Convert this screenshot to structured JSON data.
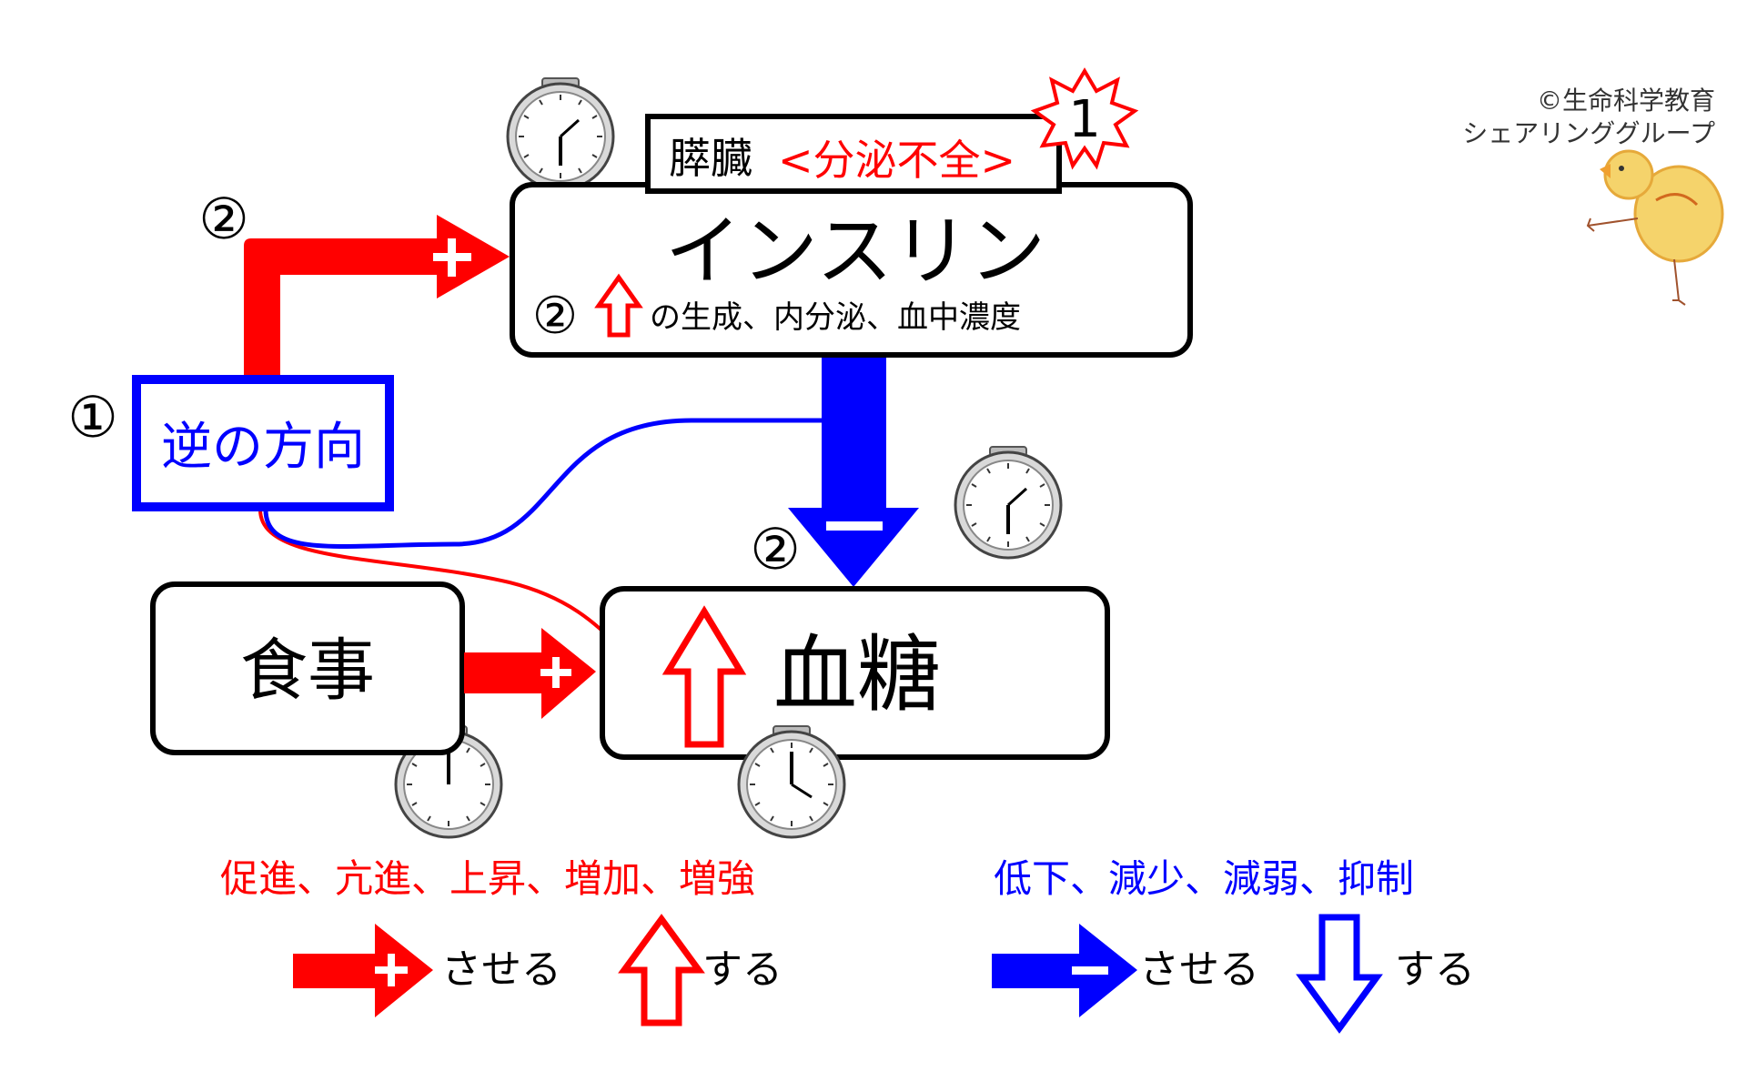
{
  "copyright": {
    "line1": "©生命科学教育",
    "line2": "シェアリンググループ"
  },
  "pancreas": {
    "label": "膵臓",
    "status": "<分泌不全>",
    "badge": "1"
  },
  "insulin": {
    "title": "インスリン",
    "marker": "②",
    "caption": "の生成、内分泌、血中濃度"
  },
  "reverse_box": {
    "marker": "①",
    "label": "逆の方向"
  },
  "meal": {
    "label": "食事"
  },
  "blood_sugar": {
    "label": "血糖"
  },
  "markers": {
    "promote_arrow": "②",
    "suppress_arrow": "②"
  },
  "legend": {
    "red_words": "促進、亢進、上昇、増加、増強",
    "blue_words": "低下、減少、減弱、抑制",
    "red_cause": "させる",
    "red_self": "する",
    "blue_cause": "させる",
    "blue_self": "する"
  },
  "colors": {
    "red": "#ff0000",
    "blue": "#0000ff",
    "black": "#000000"
  }
}
